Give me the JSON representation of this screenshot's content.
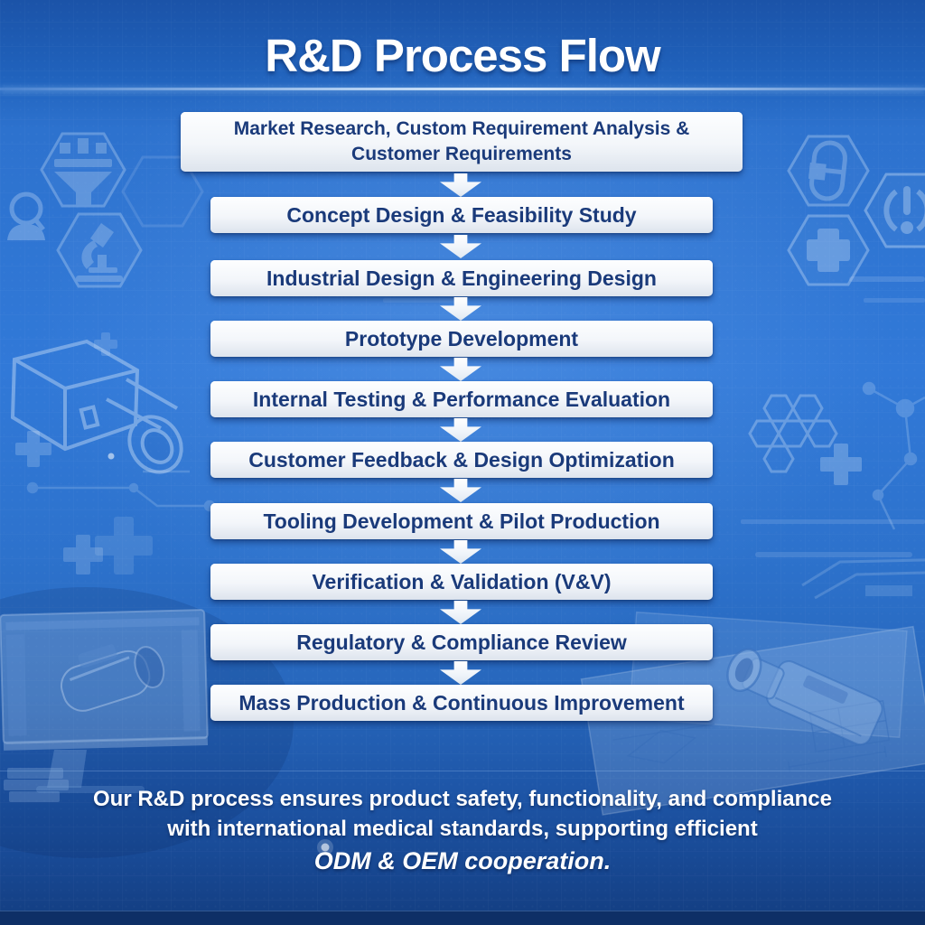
{
  "title": "R&D Process Flow",
  "flow": {
    "steps": [
      "Market Research, Custom Requirement Analysis & Customer Requirements",
      "Concept Design & Feasibility Study",
      "Industrial Design & Engineering Design",
      "Prototype Development",
      "Internal Testing & Performance Evaluation",
      "Customer Feedback & Design Optimization",
      "Tooling Development & Pilot Production",
      "Verification & Validation (V&V)",
      "Regulatory & Compliance Review",
      "Mass Production & Continuous Improvement"
    ]
  },
  "footer": {
    "line1": "Our R&D process ensures product safety, functionality, and compliance",
    "line2": "with international medical standards, supporting efficient",
    "line3": "ODM & OEM cooperation."
  },
  "decor": {
    "icons": [
      "funnel-icon",
      "person-search-icon",
      "microscope-icon",
      "capsule-icon",
      "power-icon",
      "medical-cross-icon",
      "honeycomb-icon",
      "monitor-cad-icon",
      "blueprint-icon",
      "down-arrow-icon"
    ]
  },
  "colors": {
    "bg_top": "#1b53a8",
    "bg_mid": "#3179d8",
    "bg_bottom": "#133d80",
    "box_bg": "#f3f6fa",
    "box_text": "#1a3a7a",
    "title_text": "#ffffff",
    "arrow": "#ffffff"
  }
}
